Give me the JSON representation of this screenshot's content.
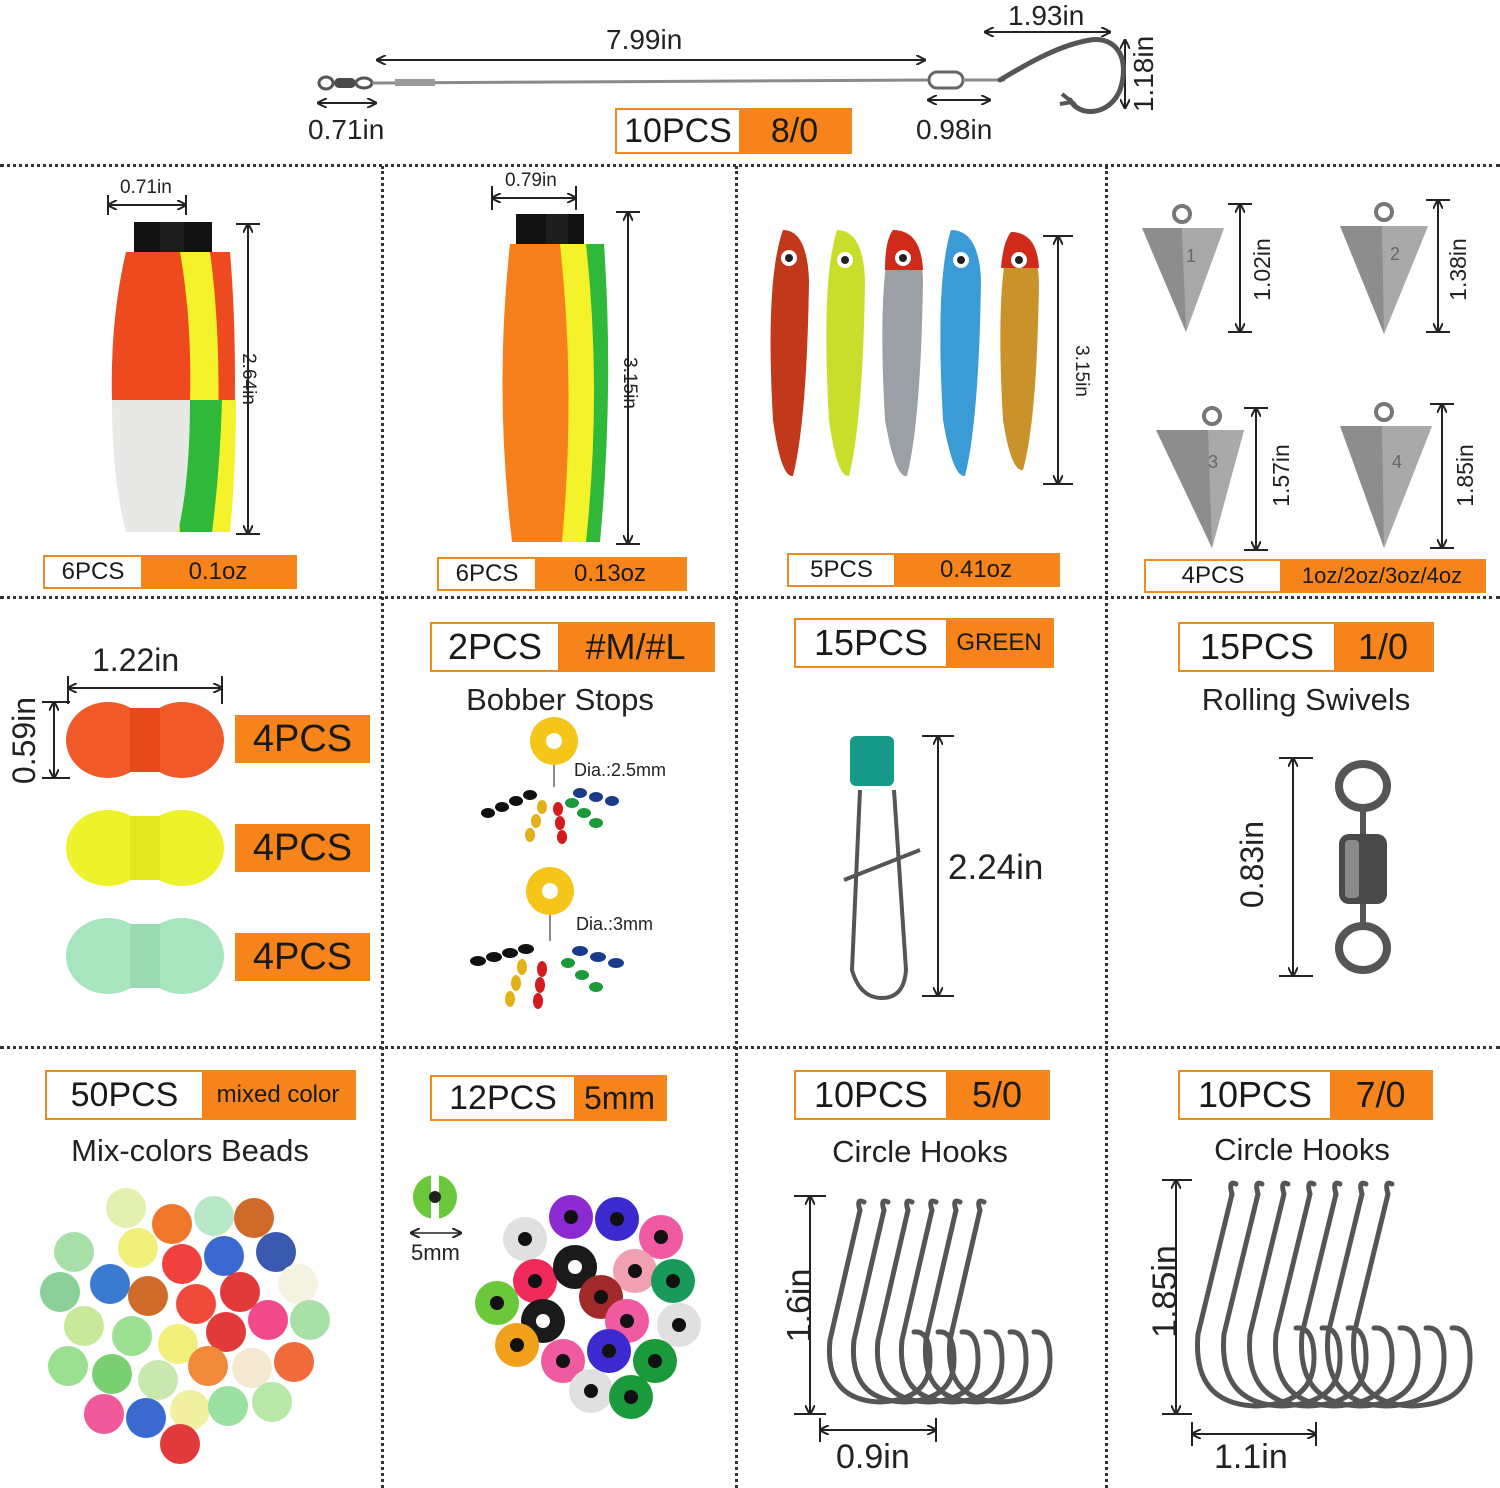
{
  "leader": {
    "length": "7.99in",
    "hook_width": "1.93in",
    "hook_height": "1.18in",
    "swivel_len": "0.71in",
    "sleeve_len": "0.98in",
    "badge_qty": "10PCS",
    "badge_spec": "8/0"
  },
  "floats_a": {
    "width": "0.71in",
    "height": "2.64in",
    "badge_qty": "6PCS",
    "badge_spec": "0.1oz"
  },
  "floats_b": {
    "width": "0.79in",
    "height": "3.15in",
    "badge_qty": "6PCS",
    "badge_spec": "0.13oz"
  },
  "lures": {
    "height": "3.15in",
    "badge_qty": "5PCS",
    "badge_spec": "0.41oz"
  },
  "sinkers": {
    "sizes": [
      "1.02in",
      "1.38in",
      "1.57in",
      "1.85in"
    ],
    "numbers": [
      "1",
      "2",
      "3",
      "4"
    ],
    "badge_qty": "4PCS",
    "badge_spec": "1oz/2oz/3oz/4oz"
  },
  "peg_floats": {
    "width": "1.22in",
    "height": "0.59in",
    "counts": [
      "4PCS",
      "4PCS",
      "4PCS"
    ]
  },
  "bobber_stops": {
    "badge_qty": "2PCS",
    "badge_spec": "#M/#L",
    "title": "Bobber Stops",
    "dia1": "Dia.:2.5mm",
    "dia2": "Dia.:3mm"
  },
  "snaps": {
    "badge_qty": "15PCS",
    "badge_spec": "GREEN",
    "height": "2.24in"
  },
  "swivels": {
    "badge_qty": "15PCS",
    "badge_spec": "1/0",
    "title": "Rolling Swivels",
    "height": "0.83in"
  },
  "beads_mixed": {
    "badge_qty": "50PCS",
    "badge_spec": "mixed color",
    "title": "Mix-colors Beads"
  },
  "beads_eye": {
    "badge_qty": "12PCS",
    "badge_spec": "5mm",
    "size": "5mm"
  },
  "hooks_small": {
    "badge_qty": "10PCS",
    "badge_spec": "5/0",
    "title": "Circle Hooks",
    "height": "1.6in",
    "width": "0.9in"
  },
  "hooks_large": {
    "badge_qty": "10PCS",
    "badge_spec": "7/0",
    "title": "Circle Hooks",
    "height": "1.85in",
    "width": "1.1in"
  },
  "colors": {
    "accent": "#f7841a",
    "float_red": "#ee4a1f",
    "float_yellow": "#f4f22a",
    "float_green": "#2fb83a",
    "float_orange": "#f7801d"
  }
}
